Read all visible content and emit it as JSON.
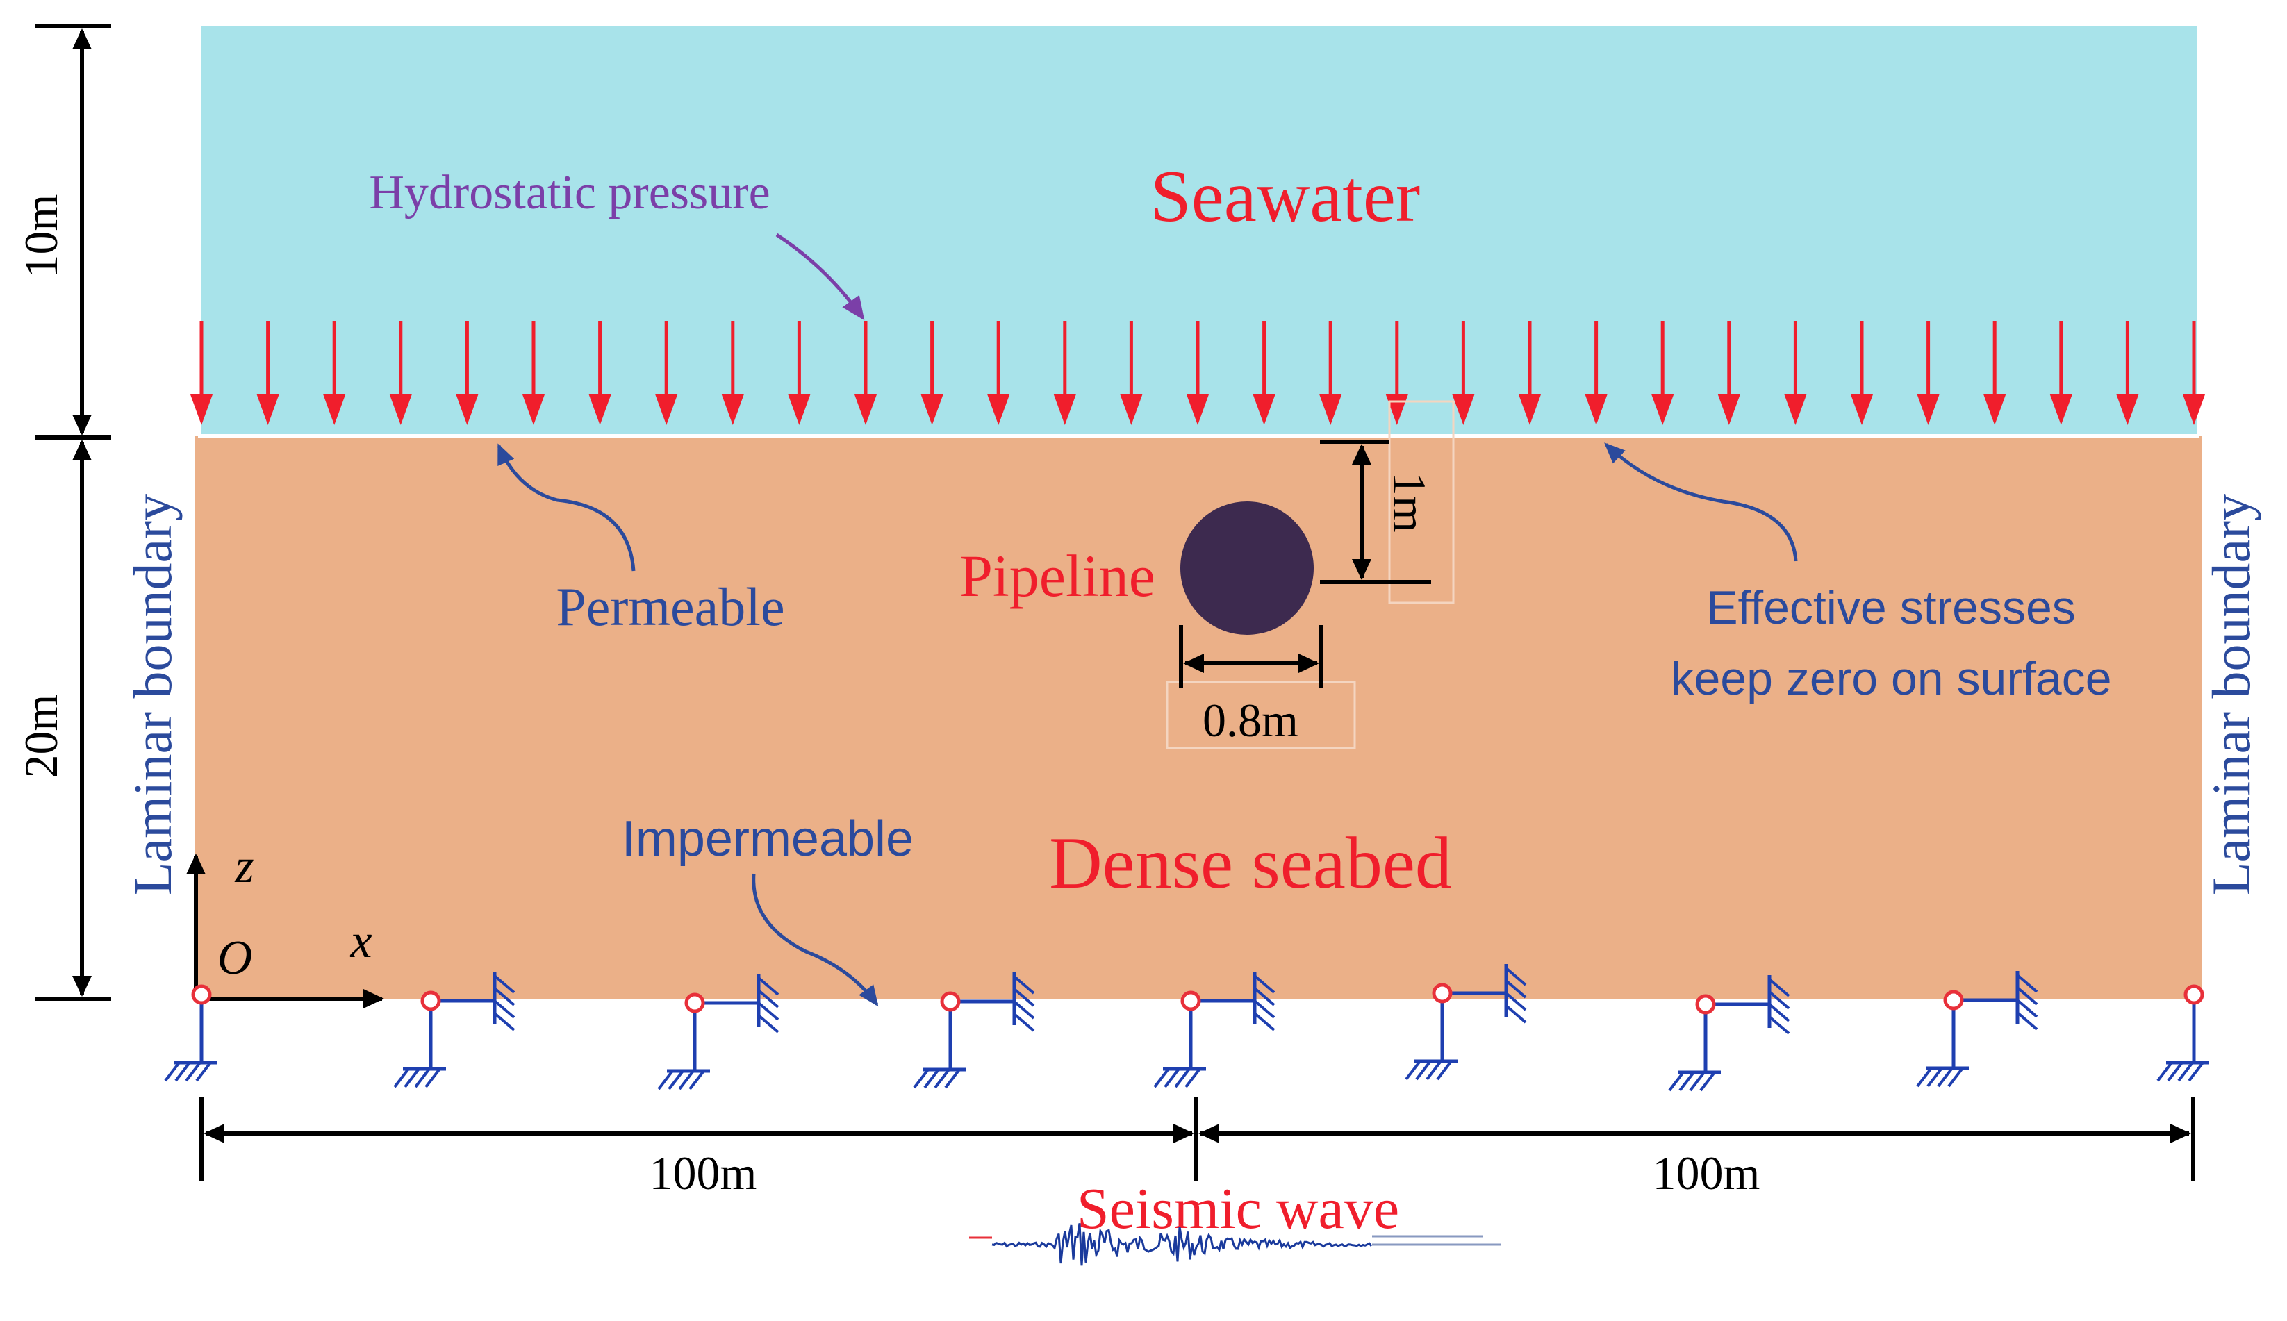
{
  "labels": {
    "seawater": "Seawater",
    "hydrostatic_pressure": "Hydrostatic pressure",
    "permeable": "Permeable",
    "pipeline": "Pipeline",
    "effective_stresses_line1": "Effective stresses",
    "effective_stresses_line2": "keep zero on surface",
    "dense_seabed": "Dense seabed",
    "impermeable": "Impermeable",
    "laminar_boundary_left": "Laminar boundary",
    "laminar_boundary_right": "Laminar boundary",
    "seismic_wave": "Seismic wave",
    "axis_z": "z",
    "axis_x": "x",
    "origin": "O"
  },
  "dimensions": {
    "water_depth": "10m",
    "seabed_depth": "20m",
    "burial_depth": "1m",
    "pipe_diameter": "0.8m",
    "half_width_left": "100m",
    "half_width_right": "100m"
  },
  "colors": {
    "seawater": "#a8e3ea",
    "seabed": "#ebb088",
    "pipeline": "#3d2a4f",
    "pressure_arrows": "#f01e2c",
    "annotation_blue": "#2b4a9c",
    "annotation_purple": "#7b3fa8",
    "support_red": "#e8303a",
    "support_blue": "#1e3fb0",
    "wave": "#1a3a9c"
  },
  "icons": {
    "support": "roller-support-icon",
    "wave": "seismic-waveform-icon"
  }
}
